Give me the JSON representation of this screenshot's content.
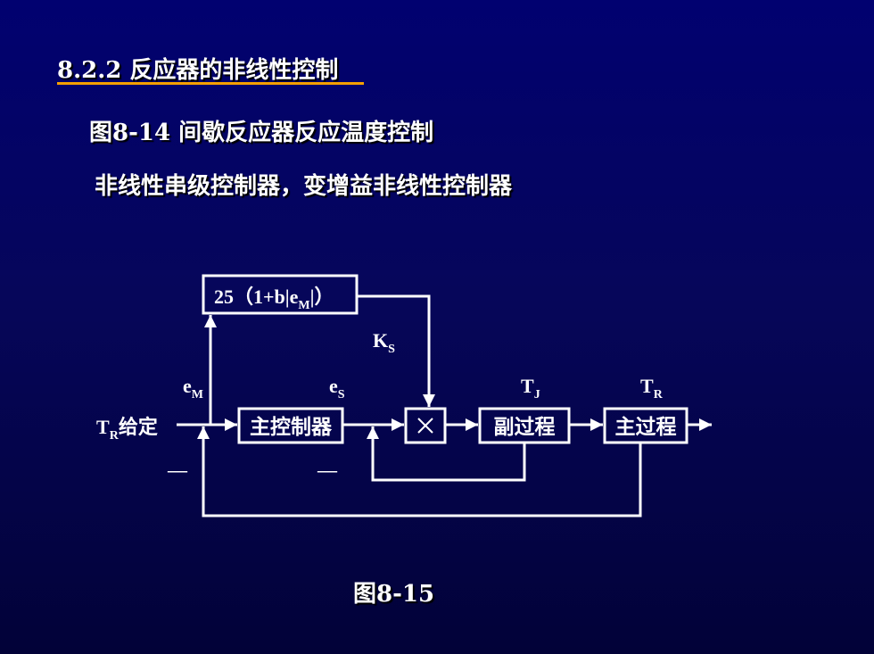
{
  "slide": {
    "heading": "8.2.2  反应器的非线性控制",
    "line1": "图8-14 间歇反应器反应温度控制",
    "line2": "非线性串级控制器，变增益非线性控制器",
    "caption": "图8-15"
  },
  "diagram": {
    "gain_block": {
      "prefix": "25（1+b|e",
      "sub": "M",
      "suffix": "|）"
    },
    "blocks": {
      "main_controller": "主控制器",
      "multiplier": "×",
      "sub_process": "副过程",
      "main_process": "主过程"
    },
    "labels": {
      "ks_main": "K",
      "ks_sub": "S",
      "em_main": "e",
      "em_sub": "M",
      "es_main": "e",
      "es_sub": "S",
      "tj_main": "T",
      "tj_sub": "J",
      "tr_main": "T",
      "tr_sub": "R",
      "input_main": "T",
      "input_sub": "R",
      "input_suffix": "给定",
      "minus_outer": "—",
      "minus_inner": "—"
    }
  },
  "colors": {
    "underline": "#f5a000",
    "lines": "#ffffff"
  }
}
